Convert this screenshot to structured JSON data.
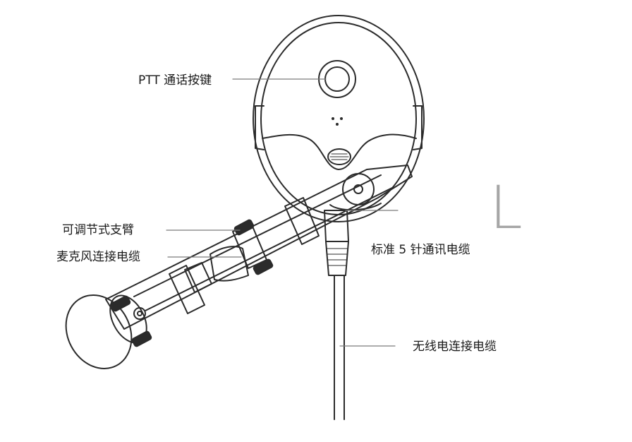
{
  "labels": {
    "ptt_button": "PTT 通话按键",
    "adjustable_arm": "可调节式支臂",
    "mic_cable": "麦克风连接电缆",
    "standard_cable": "标准 5 针通讯电缆",
    "wireless_cable": "无线电连接电缆"
  },
  "side_mark": "L",
  "colors": {
    "line": "#2b2b2b",
    "leader": "#7a7a7a",
    "mark": "#a6a6a6",
    "background": "#ffffff"
  }
}
